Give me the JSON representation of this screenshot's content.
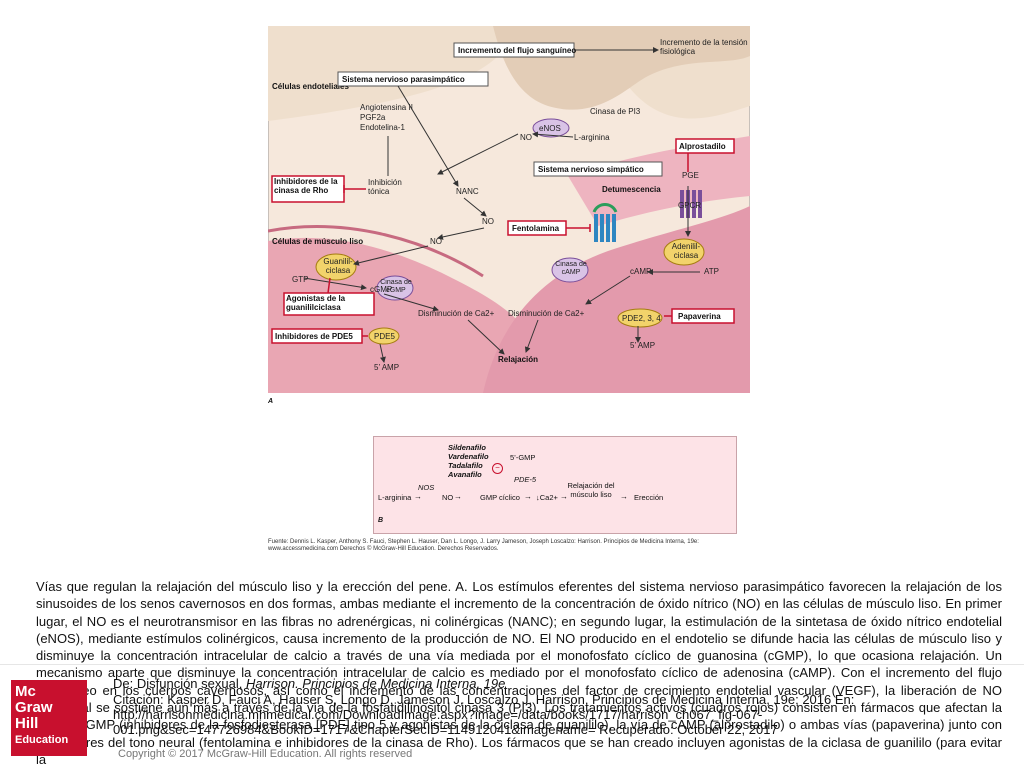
{
  "figure_a": {
    "panel_letter": "A",
    "cell_labels": {
      "endothelial": "Células endoteliales",
      "smooth_muscle": "Células de músculo liso"
    },
    "boxes": {
      "blood_flow": "Incremento del flujo sanguíneo",
      "parasympathetic": "Sistema nervioso parasimpático",
      "sympathetic": "Sistema nervioso simpático",
      "alprostadil": "Alprostadilo",
      "rho_inhibitors": "Inhibidores de la cinasa de Rho",
      "phentolamine": "Fentolamina",
      "guanylyl_agonists": "Agonistas de la guanililciclasa",
      "pde5_inhibitors": "Inhibidores de PDE5",
      "papaverine": "Papaverina"
    },
    "labels": {
      "tension": "Incremento de la tensión fisiológica",
      "pi3": "Cinasa de PI3",
      "enos": "eNOS",
      "l_arginine": "L-arginina",
      "no": "NO",
      "angiotensin": "Angiotensina II",
      "pgf": "PGF2a",
      "endothelin": "Endotelina-1",
      "tonic": "Inhibición tónica",
      "nanc": "NANC",
      "detumescence": "Detumescencia",
      "pge": "PGE",
      "gpcr": "GPCR",
      "guanylyl": "Guanilil-ciclasa",
      "gtp": "GTP",
      "cgmp": "cGMP",
      "cgmp_kinase": "Cinasa de cGMP",
      "camp_kinase": "Cinasa de cAMP",
      "adenylyl": "Adenilil-ciclasa",
      "camp": "cAMP",
      "atp": "ATP",
      "pde5": "PDE5",
      "pde234": "PDE2, 3, 4",
      "ca_decrease": "Disminución de Ca2+",
      "ca_decrease2": "Disminución de Ca2+",
      "gmp5": "5’ AMP",
      "amp5": "5’ AMP",
      "relaxation": "Relajación"
    }
  },
  "figure_b": {
    "panel_letter": "B",
    "drugs": [
      "Sildenafilo",
      "Vardenafilo",
      "Tadalafilo",
      "Avanafilo"
    ],
    "gmp5": "5’-GMP",
    "pde5": "PDE-5",
    "nos": "NOS",
    "l_arginine": "L-arginina",
    "no": "NO",
    "gmp_cyclic": "GMP cíclico",
    "ca": "↓Ca2+",
    "relax": "Relajación del músculo liso",
    "erection": "Erección",
    "minus": "−"
  },
  "source": "Fuente: Dennis L. Kasper, Anthony S. Fauci, Stephen L. Hauser, Dan L. Longo, J. Larry Jameson, Joseph Loscalzo: Harrison. Principios de Medicina Interna, 19e: www.accessmedicina.com Derechos © McGraw-Hill Education. Derechos Reservados.",
  "caption": "Vías que regulan la relajación del músculo liso y la erección del pene. A. Los estímulos eferentes del sistema nervioso parasimpático favorecen la relajación de los sinusoides de los senos cavernosos en dos formas, ambas mediante el incremento de la concentración de óxido nítrico (NO) en las células de músculo liso. En primer lugar, el NO es el neurotransmisor en las fibras no adrenérgicas, ni colinérgicas (NANC); en segundo lugar, la estimulación de la sintetasa de óxido nítrico endotelial (eNOS), mediante estímulos colinérgicos, causa incremento de la producción de NO. El NO producido en el endotelio se difunde hacia las células de músculo liso y disminuye la concentración intracelular de calcio a través de una vía mediada por el monofosfato cíclico de guanosina (cGMP), lo que ocasiona relajación. Un mecanismo aparte que disminuye la concentración intracelular de calcio es mediado por el monofosfato cíclico de adenosina (cAMP). Con el incremento del flujo sanguíneo en los cuerpos cavernosos, así como el incremento de las concentraciones del factor de crecimiento endotelial vascular (VEGF), la liberación de NO endotelial se sostiene aún más a través de la vía de la fosfatidilinositol cinasa 3 (PI3). Los tratamientos activos (cuadros rojos) consisten en fármacos que afectan la vía del cGMP (inhibidores de la fosfodiesterasa [PDE] tipo 5 y agonistas de la ciclasa de guanililo), la vía de cAMP (alprostadilo) o ambas vías (papaverina) junto con mediadores del tono neural (fentolamina e inhibidores de la cinasa de Rho). Los fármacos que se han creado incluyen agonistas de la ciclasa de guanililo (para evitar la",
  "footer": {
    "logo_lines": [
      "Mc",
      "Graw",
      "Hill",
      "Education"
    ],
    "source_prefix": "De: Disfunción sexual, ",
    "source_book": "Harrison. Principios de Medicina Interna, 19e",
    "citation": "Citación: Kasper D, Fauci A, Hauser S, Longo D, Jameson J, Loscalzo J. Harrison. Principios de Medicina Interna, 19e; 2016 En: http://harrisonmedicina.mhmedical.com/DownloadImage.aspx?image=/data/books/1717/harrison_ch067_fig-067-001.png&sec=147726984&BookID=1717&ChapterSecID=114912041&imagename= Recuperado: October 22, 2017",
    "copyright": "Copyright © 2017 McGraw-Hill Education. All rights reserved"
  },
  "colors": {
    "muscle": "#e9a6b3",
    "muscle_dark": "#c76a80",
    "endothelium": "#ecd9c5",
    "box_border": "#c8102e",
    "logo": "#c8102e"
  }
}
